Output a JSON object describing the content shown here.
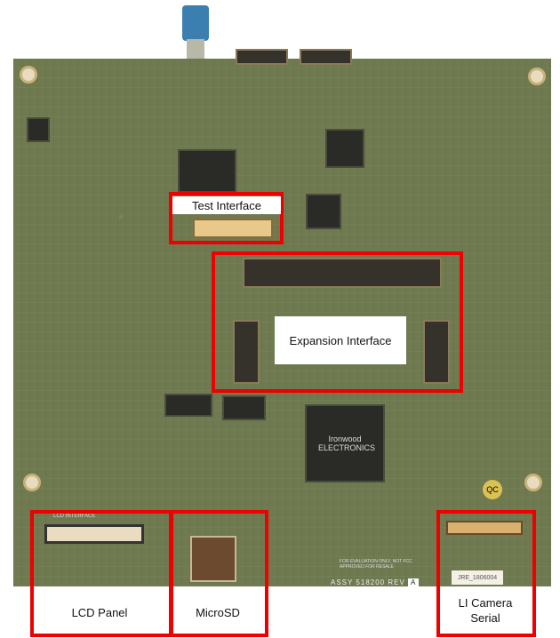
{
  "labels": {
    "test_interface": "Test Interface",
    "expansion_interface": "Expansion Interface",
    "lcd_panel": "LCD Panel",
    "microsd": "MicroSD",
    "li_camera_line1": "LI Camera",
    "li_camera_line2": "Serial"
  },
  "board_markings": {
    "logo": "Ironwood ELECTRONICS",
    "assembly": "ASSY 518200 REV",
    "revision": "A",
    "qc": "QC",
    "serial": "JRE_1806004",
    "lcd_silk": "LCD INTERFACE",
    "eval_note": "FOR EVALUATION ONLY, NOT FCC APPROVED FOR RESALE"
  },
  "colors": {
    "highlight": "#ee0000",
    "board": "#6f7a50"
  }
}
